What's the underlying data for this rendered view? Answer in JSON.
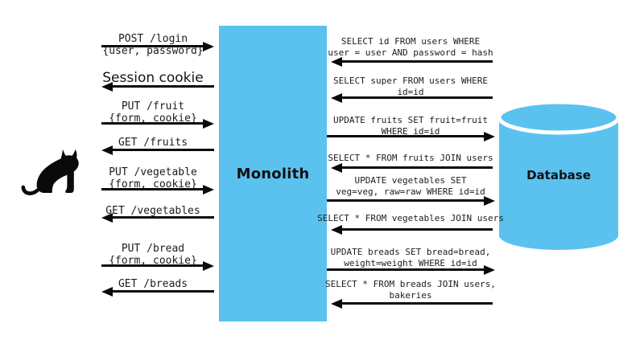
{
  "diagram": {
    "colors": {
      "entity_fill": "#5bc2f0",
      "arrow": "#0a0a0a",
      "text": "#1c1c1c"
    },
    "client": {
      "icon": "cat"
    },
    "monolith": {
      "label": "Monolith"
    },
    "database": {
      "label": "Database"
    },
    "client_monolith_messages": [
      {
        "direction": "to-monolith",
        "lines": [
          "POST /login",
          "{user, password}"
        ]
      },
      {
        "direction": "to-client",
        "lines": [
          "Session cookie"
        ]
      },
      {
        "direction": "to-monolith",
        "lines": [
          "PUT /fruit",
          "{form, cookie}"
        ]
      },
      {
        "direction": "to-client",
        "lines": [
          "GET /fruits"
        ]
      },
      {
        "direction": "to-monolith",
        "lines": [
          "PUT /vegetable",
          "{form, cookie}"
        ]
      },
      {
        "direction": "to-client",
        "lines": [
          "GET /vegetables"
        ]
      },
      {
        "direction": "to-monolith",
        "lines": [
          "PUT /bread",
          "{form, cookie}"
        ]
      },
      {
        "direction": "to-client",
        "lines": [
          "GET /breads"
        ]
      }
    ],
    "monolith_database_messages": [
      {
        "direction": "to-monolith",
        "lines": [
          "SELECT id FROM users WHERE",
          "user = user AND password = hash"
        ]
      },
      {
        "direction": "to-monolith",
        "lines": [
          "SELECT super FROM users WHERE",
          "id=id"
        ]
      },
      {
        "direction": "to-database",
        "lines": [
          "UPDATE fruits SET fruit=fruit",
          "WHERE id=id"
        ]
      },
      {
        "direction": "to-monolith",
        "lines": [
          "SELECT * FROM fruits JOIN users"
        ]
      },
      {
        "direction": "to-database",
        "lines": [
          "UPDATE vegetables SET",
          "veg=veg, raw=raw WHERE id=id"
        ]
      },
      {
        "direction": "to-monolith",
        "lines": [
          "SELECT * FROM vegetables JOIN users"
        ]
      },
      {
        "direction": "to-database",
        "lines": [
          "UPDATE breads SET bread=bread,",
          "weight=weight WHERE id=id"
        ]
      },
      {
        "direction": "to-monolith",
        "lines": [
          "SELECT * FROM breads JOIN users,",
          "bakeries"
        ]
      }
    ]
  }
}
